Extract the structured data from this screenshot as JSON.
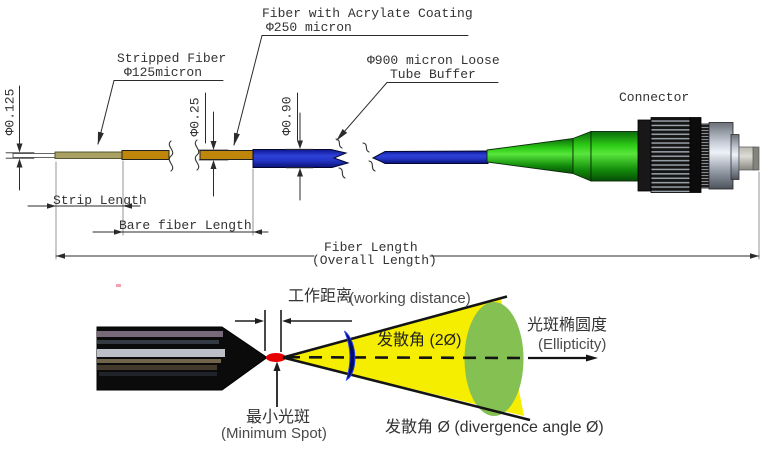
{
  "fiber_drawing": {
    "callouts": {
      "acrylate": {
        "line1": "Fiber with Acrylate Coating",
        "line2": "Φ250 micron"
      },
      "stripped": {
        "line1": "Stripped Fiber",
        "line2": "Φ125micron"
      },
      "loose_tube": {
        "line1": "Φ900 micron Loose",
        "line2": "Tube Buffer"
      },
      "connector": "Connector"
    },
    "diameter_dims": {
      "stripped": "Φ0.125",
      "coated": "Φ0.25",
      "buffer": "Φ0.90"
    },
    "length_dims": {
      "strip": "Strip Length",
      "bare": "Bare fiber Length",
      "overall_line1": "Fiber Length",
      "overall_line2": "(Overall Length)"
    },
    "colors": {
      "bare_fiber": "#a9a163",
      "acrylate_coating": "#c0860a",
      "loose_tube_blue": "#2433c4",
      "boot_green": "#1fae1f",
      "line": "#333333"
    }
  },
  "beam_drawing": {
    "labels": {
      "working_distance_zh": "工作距离",
      "working_distance_en": "(working distance)",
      "full_divergence": "发散角 (2Ø)",
      "ellipticity_zh": "光斑椭圆度",
      "ellipticity_en": "(Ellipticity)",
      "minimum_spot_zh": "最小光斑",
      "minimum_spot_en": "(Minimum Spot)",
      "divergence_angle": "发散角 Ø (divergence angle Ø)"
    },
    "colors": {
      "beam_cone": "#f6ee00",
      "spot_ellipse": "#84c152",
      "focus_spot": "#e60000",
      "lens_meniscus": "#000d62"
    }
  }
}
